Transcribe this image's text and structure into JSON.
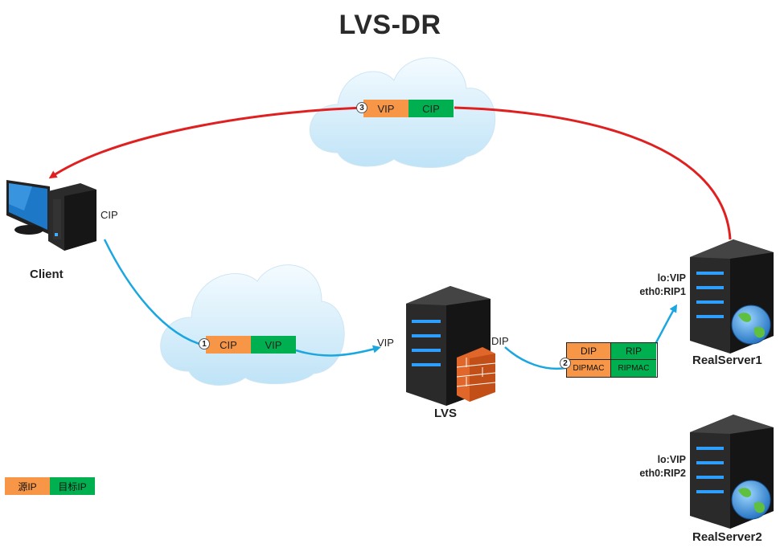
{
  "title": "LVS-DR",
  "client": {
    "name": "Client",
    "ip_label": "CIP"
  },
  "lvs": {
    "name": "LVS",
    "vip_label": "VIP",
    "dip_label": "DIP"
  },
  "realservers": [
    {
      "name": "RealServer1",
      "lo": "lo:VIP",
      "eth_prefix": "eth0:",
      "eth_ip": "RIP1"
    },
    {
      "name": "RealServer2",
      "lo": "lo:VIP",
      "eth_prefix": "eth0:",
      "eth_ip": "RIP2"
    }
  ],
  "packets": {
    "p1": {
      "step": "1",
      "src": "CIP",
      "dst": "VIP"
    },
    "p2": {
      "step": "2",
      "src": "DIP",
      "dst": "RIP",
      "src_mac": "DIPMAC",
      "dst_mac": "RIPMAC"
    },
    "p3": {
      "step": "3",
      "src": "VIP",
      "dst": "CIP"
    }
  },
  "legend": {
    "src": "源IP",
    "dst": "目标IP"
  },
  "colors": {
    "src": "#f79646",
    "dst": "#00b050",
    "request_line": "#1aa7e0",
    "response_line": "#e02020"
  }
}
